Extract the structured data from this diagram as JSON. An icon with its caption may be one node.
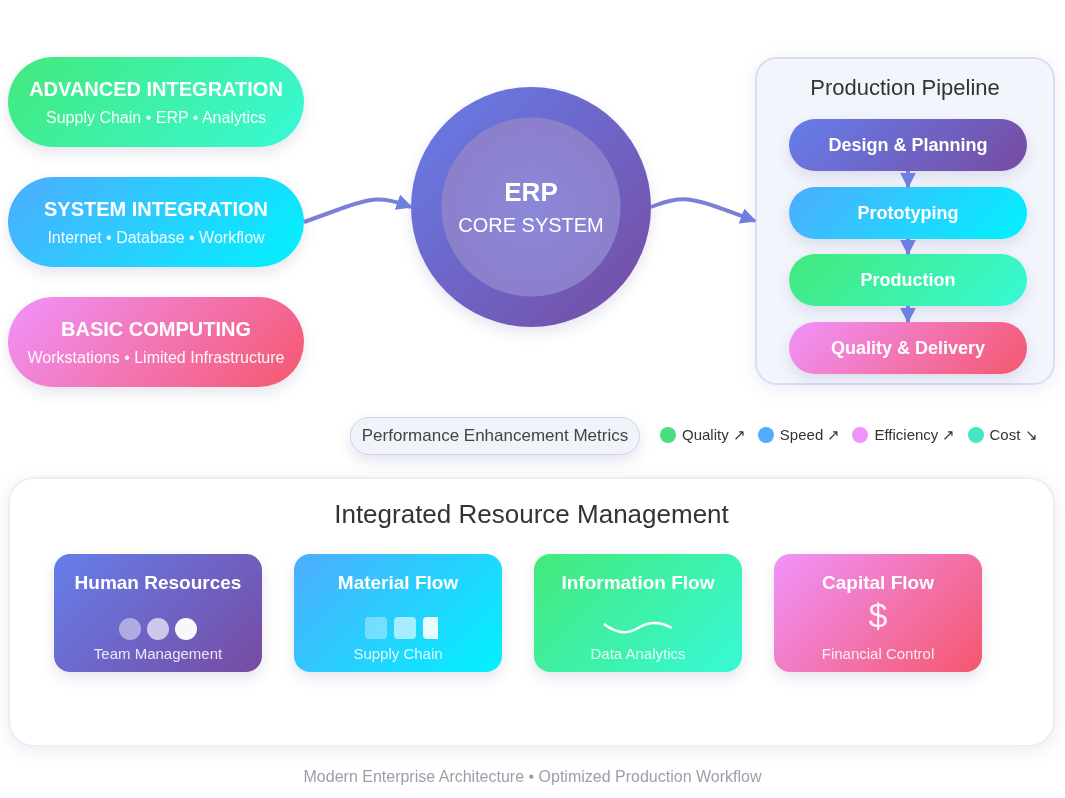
{
  "diagram": {
    "caption": "Modern Enterprise Architecture • Optimized Production Workflow",
    "nodes": [
      {
        "text": [
          "ADVANCED INTEGRATION",
          "Supply Chain • ERP • Analytics"
        ]
      },
      {
        "text": [
          "SYSTEM INTEGRATION",
          "Internet • Database • Workflow"
        ]
      },
      {
        "text": [
          "BASIC COMPUTING",
          "Workstations • Limited Infrastructure"
        ]
      },
      {
        "text": [
          "ERP",
          "CORE SYSTEM"
        ]
      },
      {
        "text": [
          "Production Pipeline"
        ]
      },
      {
        "text": [
          "Design & Planning"
        ],
        "in": 4
      },
      {
        "text": [
          "Prototyping"
        ],
        "in": 4
      },
      {
        "text": [
          "Production"
        ],
        "in": 4
      },
      {
        "text": [
          "Quality & Delivery"
        ],
        "in": 4
      },
      {
        "text": [
          "Integrated Resource Management"
        ]
      },
      {
        "text": [
          "Human Resources",
          "Team Management"
        ],
        "in": 9
      },
      {
        "text": [
          "Material Flow",
          "Supply Chain"
        ],
        "in": 9
      },
      {
        "text": [
          "Information Flow",
          "Data Analytics"
        ],
        "in": 9
      },
      {
        "text": [
          "Capital Flow",
          "$",
          "Financial Control"
        ],
        "in": 9
      },
      {
        "text": [
          "Performance Enhancement Metrics"
        ]
      }
    ],
    "edges": [
      {
        "from": 1,
        "to": 3,
        "arrow": "to"
      },
      {
        "from": 3,
        "to": 4,
        "arrow": "to"
      },
      {
        "from": 5,
        "to": 6,
        "arrow": "to"
      },
      {
        "from": 6,
        "to": 7,
        "arrow": "to"
      },
      {
        "from": 7,
        "to": 8,
        "arrow": "to"
      }
    ],
    "legend": [
      {
        "text": "Quality ↗",
        "color": "#4ade80"
      },
      {
        "text": "Speed ↗",
        "color": "#4facfe"
      },
      {
        "text": "Efficiency ↗",
        "color": "#f093fb"
      },
      {
        "text": "Cost ↘",
        "color": "#43e7c4"
      }
    ]
  }
}
